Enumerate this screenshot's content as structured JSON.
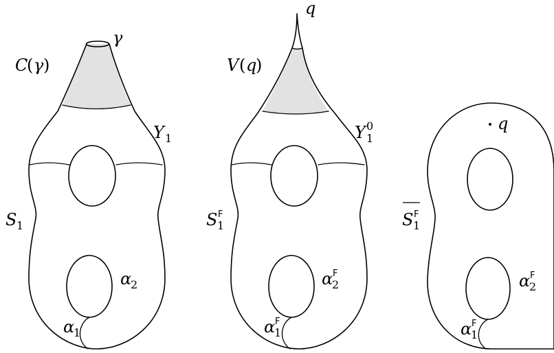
{
  "surfaces": [
    {
      "name": "S",
      "name_sub": "1",
      "top_label": "γ",
      "region_label": "C",
      "region_arg": "γ",
      "collar_label": "Y",
      "collar_sub": "1",
      "collar_sup": "",
      "loop1": "α",
      "loop1_sub": "1",
      "loop1_sup": "",
      "loop2": "α",
      "loop2_sub": "2",
      "loop2_sup": ""
    },
    {
      "name": "S",
      "name_sub": "1",
      "name_sup": "F",
      "top_label": "q",
      "region_label": "V",
      "region_arg": "q",
      "collar_label": "Y",
      "collar_sub": "1",
      "collar_sup": "0",
      "loop1": "α",
      "loop1_sub": "1",
      "loop1_sup": "F",
      "loop2": "α",
      "loop2_sub": "2",
      "loop2_sup": "F"
    },
    {
      "name": "S",
      "name_sub": "1",
      "name_sup": "F",
      "point_label": "q",
      "loop1": "α",
      "loop1_sub": "1",
      "loop1_sup": "F",
      "loop2": "α",
      "loop2_sub": "2",
      "loop2_sup": "F"
    }
  ]
}
